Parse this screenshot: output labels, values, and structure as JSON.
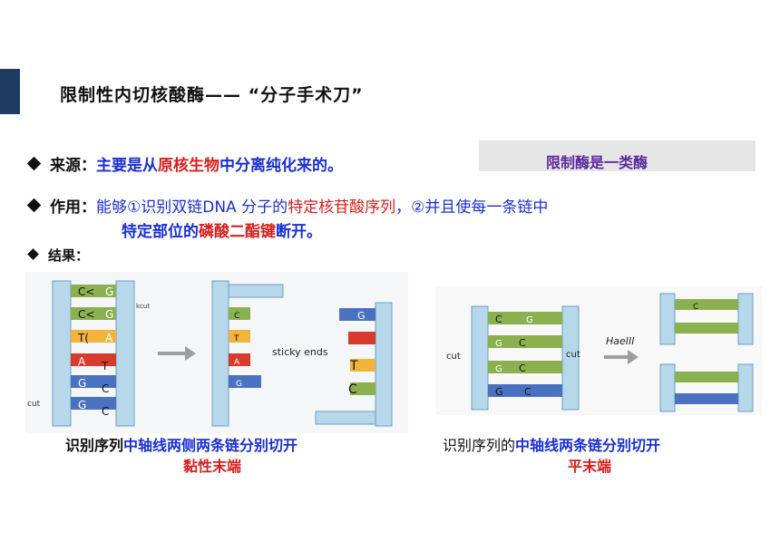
{
  "title": "限制性内切核酸酶——  “分子手术刀”",
  "source": {
    "label": "来源：",
    "text_a": "主要是从",
    "text_b": "原核生物",
    "text_c": "中分离纯化来的。"
  },
  "note": "限制酶是一类酶",
  "function": {
    "label": "作用：",
    "text_a": "能够①识别双链DNA  分子的",
    "text_b": "特定核苷酸序列",
    "text_c": "，②并且使每一条链中",
    "line2_a": "特定部位",
    "line2_b": "的",
    "line2_c": "磷酸二酯键",
    "line2_d": "断开。"
  },
  "result": {
    "label": "结果："
  },
  "sticky_figure": {
    "strand_letters_left": [
      "C<",
      "C<",
      "T(",
      "A",
      "G",
      "G"
    ],
    "strand_letters_right": [
      "G",
      "G",
      "A",
      "T",
      "C",
      "C"
    ],
    "cut_label": "cut",
    "kcut_label": "kcut",
    "sticky_text": "sticky ends",
    "piece_left": [
      "C",
      "T",
      "A",
      "G"
    ],
    "piece_right": [
      "G",
      "T",
      "C"
    ]
  },
  "blunt_figure": {
    "left_letters": [
      "C",
      "G",
      "G",
      "G"
    ],
    "right_letters": [
      "G",
      "C",
      "C",
      "C"
    ],
    "cut_left": "cut",
    "cut_right": "cut",
    "enzyme": "HaeIII",
    "piece_top": "C"
  },
  "caption_left": {
    "a": "识别序列",
    "b": "中轴线两侧两条链分别切开",
    "c": "黏性末端"
  },
  "caption_right": {
    "a": "识别序列的",
    "b": "中轴线两条链分别切开",
    "c": "平末端"
  }
}
